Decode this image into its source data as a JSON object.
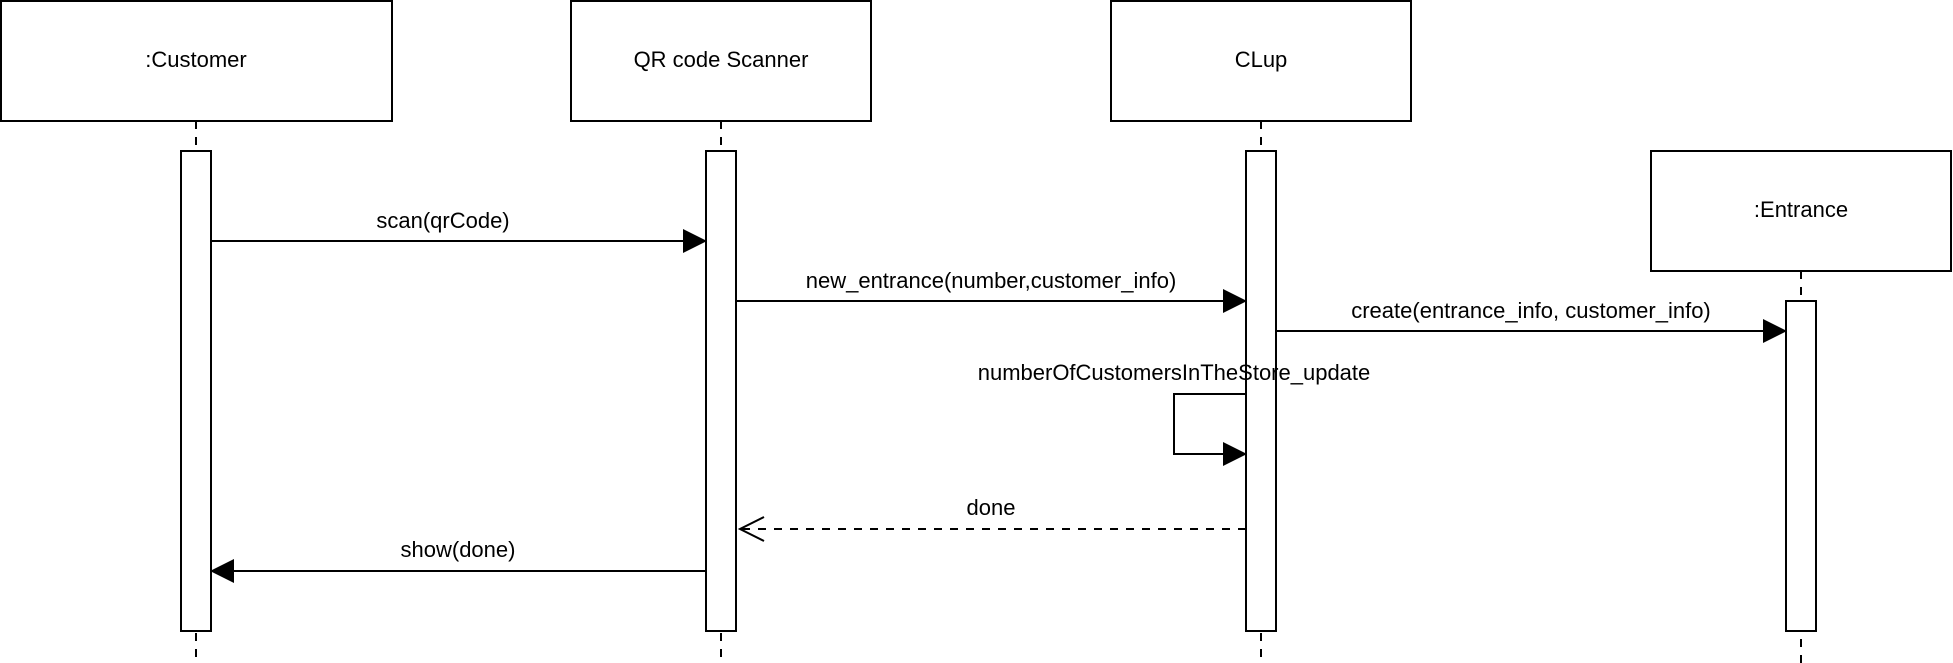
{
  "participants": [
    {
      "name": ":Customer"
    },
    {
      "name": "QR code Scanner"
    },
    {
      "name": "CLup"
    },
    {
      "name": ":Entrance"
    }
  ],
  "messages": [
    {
      "label": "scan(qrCode)",
      "from": ":Customer",
      "to": "QR code Scanner",
      "kind": "sync"
    },
    {
      "label": "new_entrance(number,customer_info)",
      "from": "QR code Scanner",
      "to": "CLup",
      "kind": "sync"
    },
    {
      "label": "create(entrance_info, customer_info)",
      "from": "CLup",
      "to": ":Entrance",
      "kind": "create"
    },
    {
      "label": "numberOfCustomersInTheStore_update",
      "from": "CLup",
      "to": "CLup",
      "kind": "self"
    },
    {
      "label": "done",
      "from": "CLup",
      "to": "QR code Scanner",
      "kind": "return"
    },
    {
      "label": "show(done)",
      "from": "QR code Scanner",
      "to": ":Customer",
      "kind": "sync"
    }
  ],
  "colors": {
    "stroke": "#000000",
    "background": "#ffffff"
  }
}
